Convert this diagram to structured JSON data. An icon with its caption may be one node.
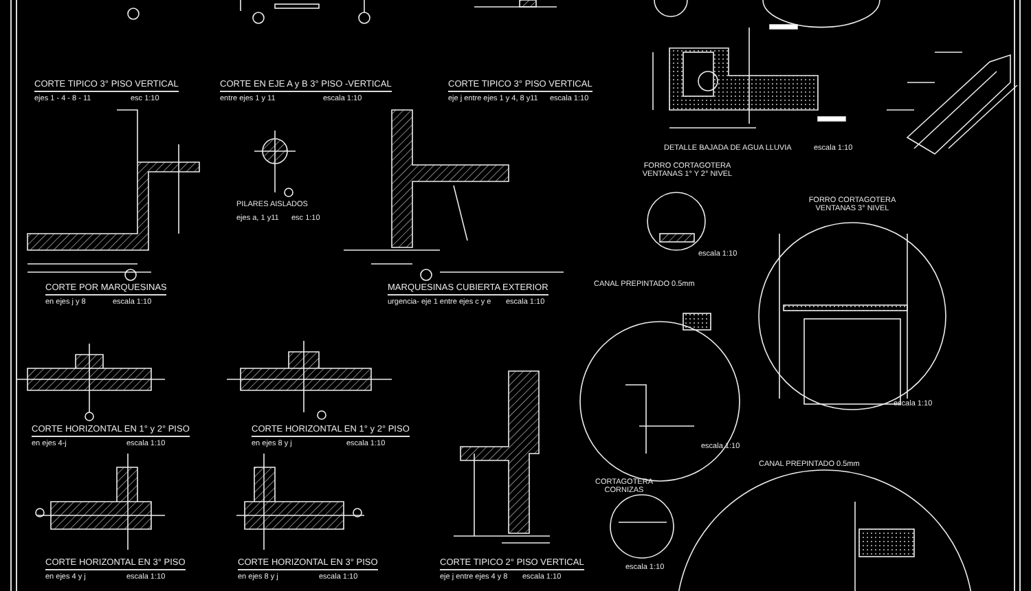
{
  "diagram": {
    "labels": [
      "CORTE TIPICO 3° PISO VERTICAL",
      "ejes 1 - 4 - 8 - 11",
      "esc 1:10",
      "CORTE EN EJE A y B 3° PISO -VERTICAL",
      "entre ejes 1 y 11",
      "escala 1:10",
      "CORTE TIPICO 3° PISO VERTICAL",
      "eje j entre ejes 1 y 4, 8 y11",
      "escala 1:10",
      "DETALLE BAJADA DE AGUA LLUVIA",
      "escala 1:10",
      "PILARES AISLADOS",
      "ejes a, 1 y11",
      "esc 1:10",
      "FORRO CORTAGOTERA VENTANAS 1° Y 2° NIVEL",
      "FORRO CORTAGOTERA VENTANAS 3° NIVEL",
      "escala 1:10",
      "CORTE POR MARQUESINAS",
      "en ejes j y 8",
      "escala 1:10",
      "MARQUESINAS CUBIERTA EXTERIOR",
      "urgencia- eje 1 entre ejes c y e",
      "escala 1:10",
      "CANAL PREPINTADO 0.5mm",
      "escala 1:10",
      "CORTE HORIZONTAL EN 1° y 2° PISO",
      "en ejes 4-j",
      "escala 1:10",
      "CORTE HORIZONTAL EN 1° y 2° PISO",
      "en ejes 8 y j",
      "escala 1:10",
      "escala 1:10",
      "CORTAGOTERA CORNIZAS",
      "CANAL PREPINTADO 0.5mm",
      "CORTE HORIZONTAL EN 3° PISO",
      "en ejes 4 y j",
      "escala 1:10",
      "CORTE HORIZONTAL EN 3° PISO",
      "en ejes 8 y j",
      "escala 1:10",
      "CORTE TIPICO 2° PISO VERTICAL",
      "eje j entre ejes 4 y 8",
      "escala 1:10",
      "escala 1:10"
    ]
  }
}
